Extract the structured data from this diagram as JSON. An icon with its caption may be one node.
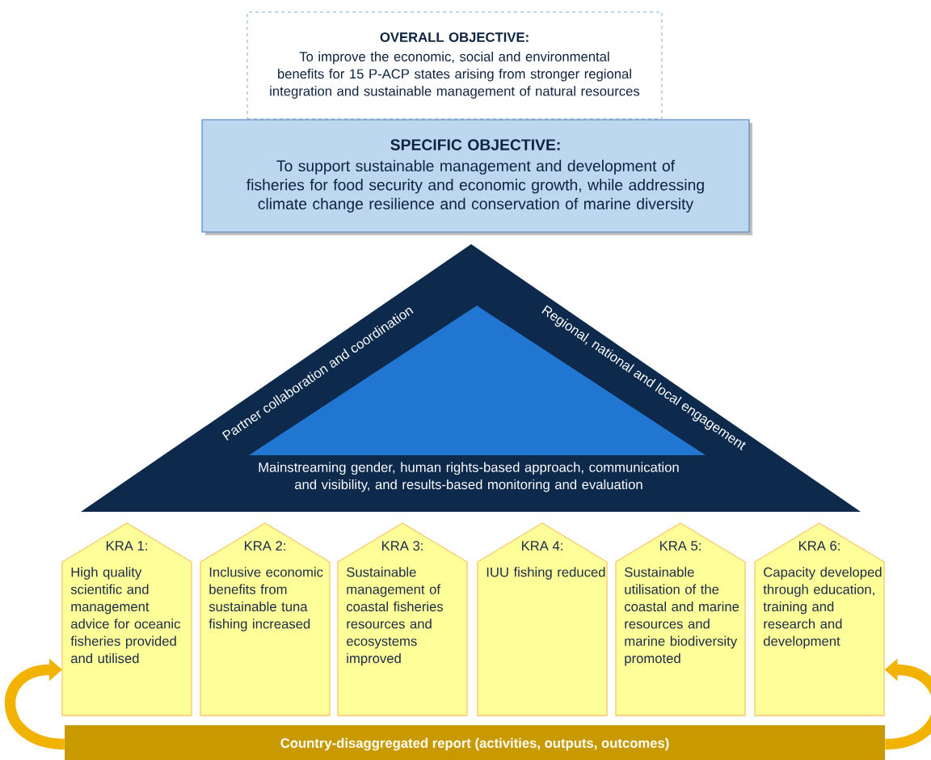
{
  "diagram": {
    "nodes": [
      {
        "text": [
          "OVERALL OBJECTIVE:",
          "To improve the economic, social and environmental benefits for 15 P-ACP states arising from stronger regional integration and sustainable management of natural resources"
        ]
      },
      {
        "text": [
          "SPECIFIC OBJECTIVE:",
          "To support sustainable management and development of fisheries for food security and economic growth, while addressing climate change resilience and conservation of marine diversity"
        ]
      },
      {
        "text": [
          "Partner collaboration and coordination",
          "Regional, national and local engagement",
          "Mainstreaming gender, human rights-based approach, communication and visibility, and results-based monitoring and evaluation"
        ]
      },
      {
        "text": [
          "KRA 1:",
          "High quality scientific and management advice for oceanic fisheries provided and utilised"
        ]
      },
      {
        "text": [
          "KRA 2:",
          "Inclusive economic benefits from sustainable tuna fishing increased"
        ]
      },
      {
        "text": [
          "KRA 3:",
          "Sustainable management of coastal fisheries resources and ecosystems improved"
        ]
      },
      {
        "text": [
          "KRA 4:",
          "IUU fishing reduced"
        ]
      },
      {
        "text": [
          "KRA 5:",
          "Sustainable utilisation of the coastal and marine resources and marine biodiversity promoted"
        ]
      },
      {
        "text": [
          "KRA 6:",
          "Capacity developed through education, training and research and development"
        ]
      },
      {
        "text": [
          "Country-disaggregated report (activities, outputs, outcomes)"
        ]
      }
    ],
    "edges": [
      {
        "from": 9,
        "to": 3,
        "arrow": "to"
      },
      {
        "from": 9,
        "to": 8,
        "arrow": "to"
      }
    ]
  }
}
